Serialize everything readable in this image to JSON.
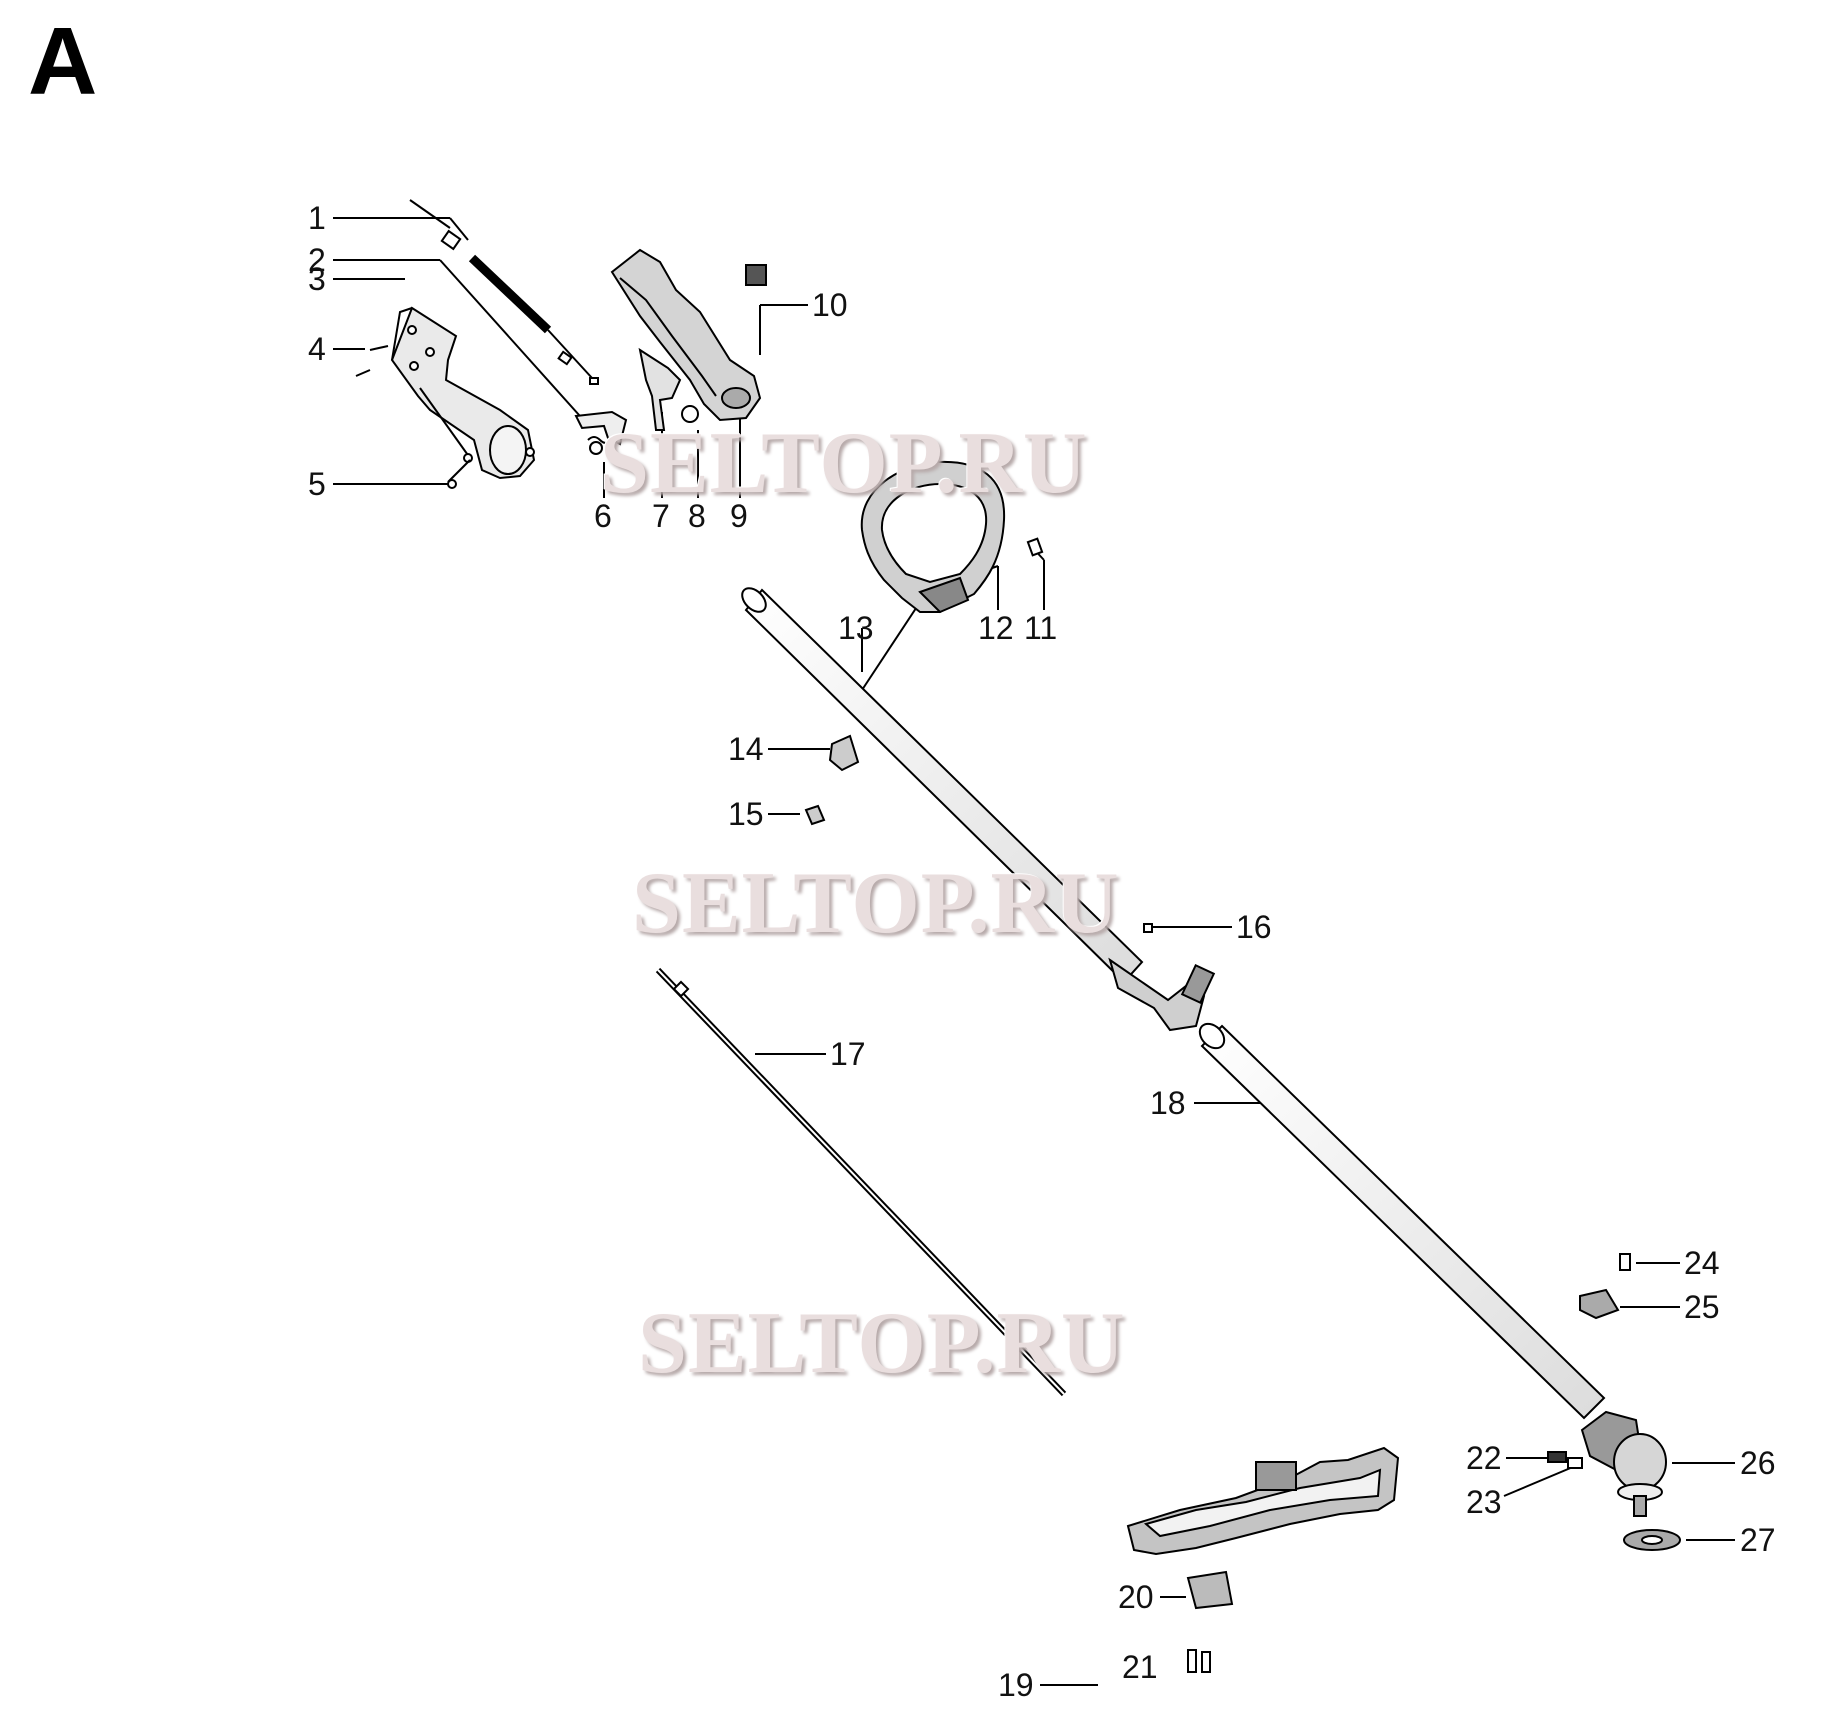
{
  "section_letter": "A",
  "watermarks": [
    "SELTOP.RU",
    "SELTOP.RU",
    "SELTOP.RU"
  ],
  "callouts": {
    "c1": "1",
    "c2": "2",
    "c3": "3",
    "c4": "4",
    "c5": "5",
    "c6": "6",
    "c7": "7",
    "c8": "8",
    "c9": "9",
    "c10": "10",
    "c11": "11",
    "c12": "12",
    "c13": "13",
    "c14": "14",
    "c15": "15",
    "c16": "16",
    "c17": "17",
    "c18": "18",
    "c19": "19",
    "c20": "20",
    "c21": "21",
    "c22": "22",
    "c23": "23",
    "c24": "24",
    "c25": "25",
    "c26": "26",
    "c27": "27"
  }
}
